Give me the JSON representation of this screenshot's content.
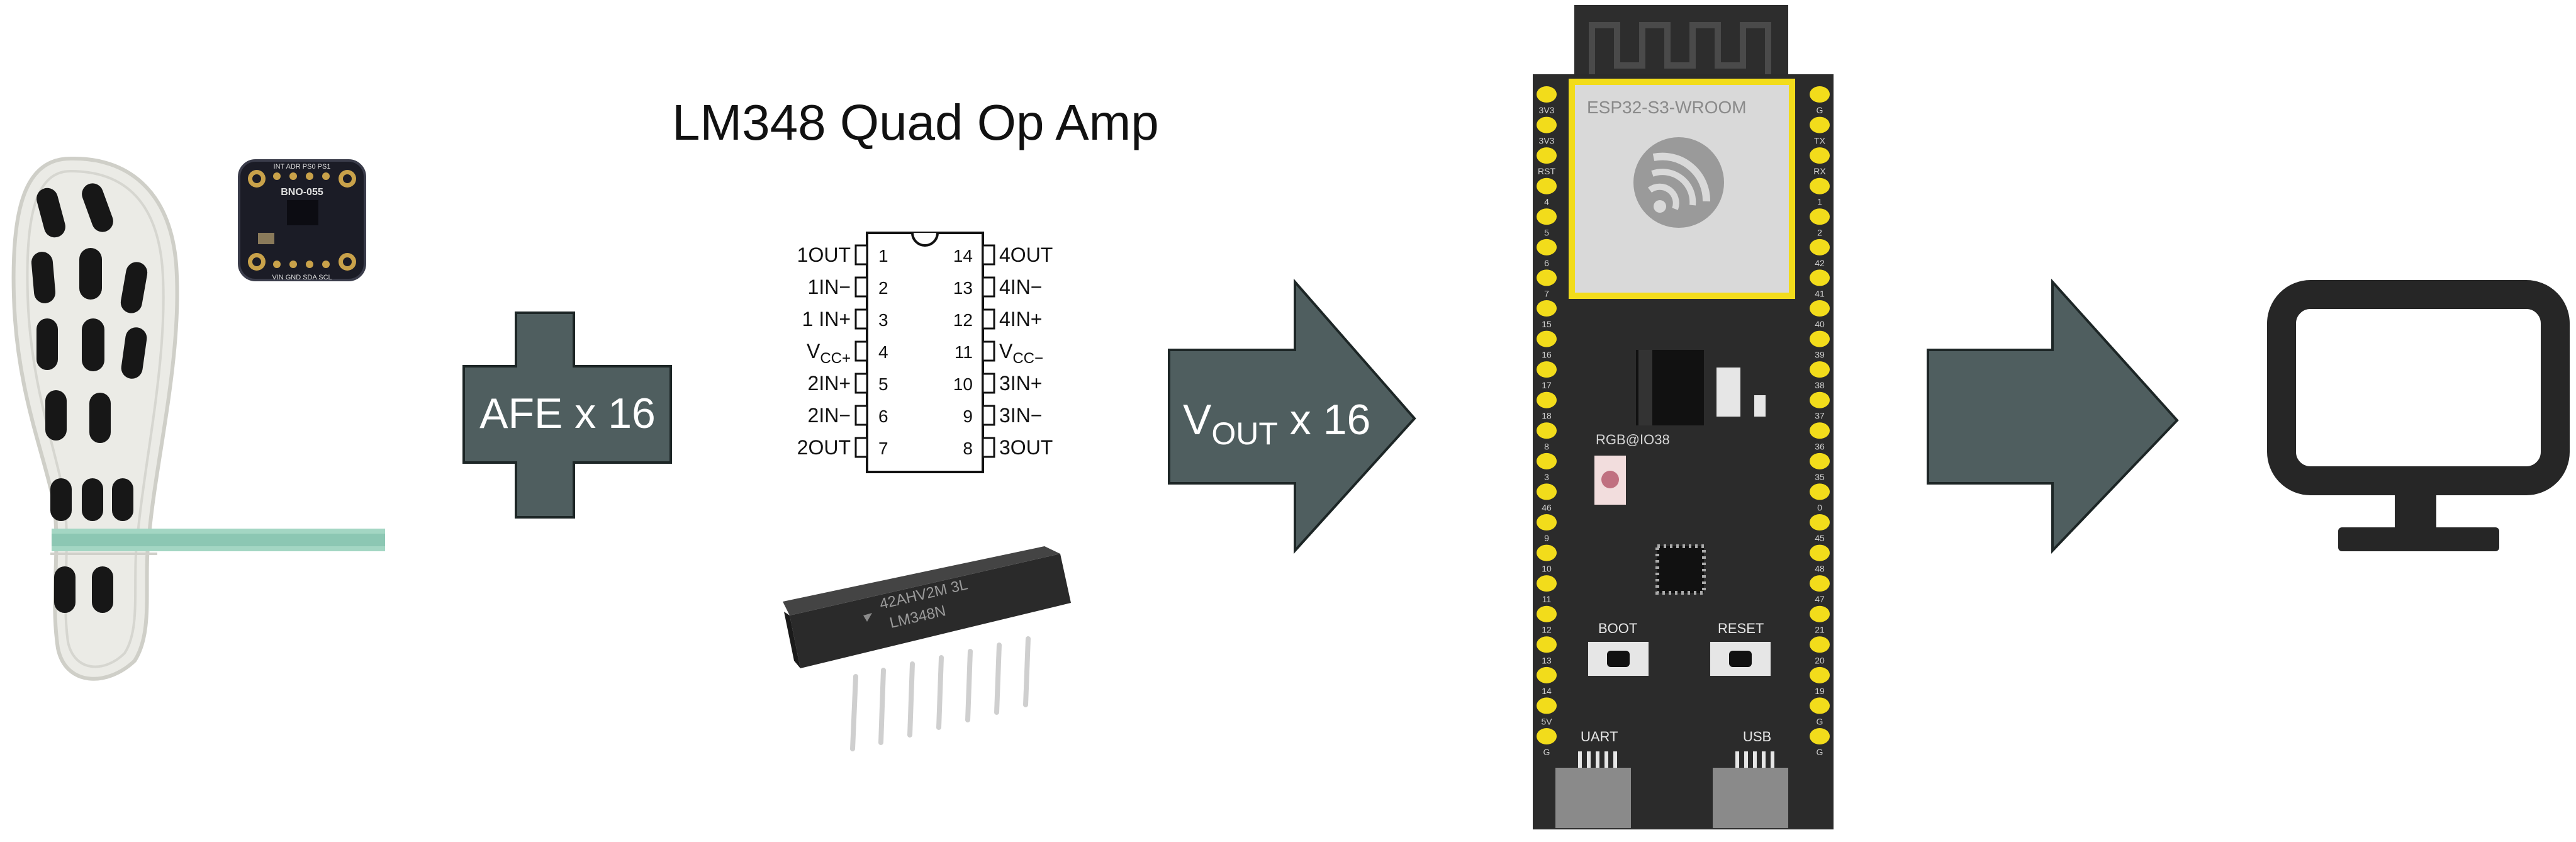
{
  "title": "LM348 Quad Op Amp",
  "colors": {
    "shape_fill": "#4f5e5f",
    "shape_stroke": "#1d2626",
    "board": "#2b2b2b",
    "pin": "#f2dc1b",
    "module": "#d9d9d9",
    "monitor": "#262626"
  },
  "afe_label": "AFE x 16",
  "vout_label": {
    "main": "V",
    "sub": "OUT",
    "suffix": " x 16"
  },
  "sensor_board": {
    "name": "BNO-055",
    "top_pins": "INT ADR PS0 PS1",
    "bottom_pins": "VIN GND SDA SCL"
  },
  "pinout": {
    "left": [
      {
        "name": "1OUT",
        "num": "1"
      },
      {
        "name": "1IN−",
        "num": "2"
      },
      {
        "name": "1 IN+",
        "num": "3"
      },
      {
        "name": "V",
        "sub": "CC+",
        "num": "4"
      },
      {
        "name": "2IN+",
        "num": "5"
      },
      {
        "name": "2IN−",
        "num": "6"
      },
      {
        "name": "2OUT",
        "num": "7"
      }
    ],
    "right": [
      {
        "name": "4OUT",
        "num": "14"
      },
      {
        "name": "4IN−",
        "num": "13"
      },
      {
        "name": "4IN+",
        "num": "12"
      },
      {
        "name": "V",
        "sub": "CC−",
        "num": "11"
      },
      {
        "name": "3IN+",
        "num": "10"
      },
      {
        "name": "3IN−",
        "num": "9"
      },
      {
        "name": "3OUT",
        "num": "8"
      }
    ]
  },
  "chip_marking": {
    "line1": "42AHV2M 3L",
    "line2": "LM348N"
  },
  "board": {
    "module_name": "ESP32-S3-WROOM",
    "led_label": "RGB@IO38",
    "boot": "BOOT",
    "reset": "RESET",
    "uart": "UART",
    "usb": "USB",
    "left_pins": [
      "3V3",
      "3V3",
      "RST",
      "4",
      "5",
      "6",
      "7",
      "15",
      "16",
      "17",
      "18",
      "8",
      "3",
      "46",
      "9",
      "10",
      "11",
      "12",
      "13",
      "14",
      "5V",
      "G"
    ],
    "right_pins": [
      "G",
      "TX",
      "RX",
      "1",
      "2",
      "42",
      "41",
      "40",
      "39",
      "38",
      "37",
      "36",
      "35",
      "0",
      "45",
      "48",
      "47",
      "21",
      "20",
      "19",
      "G",
      "G"
    ]
  }
}
